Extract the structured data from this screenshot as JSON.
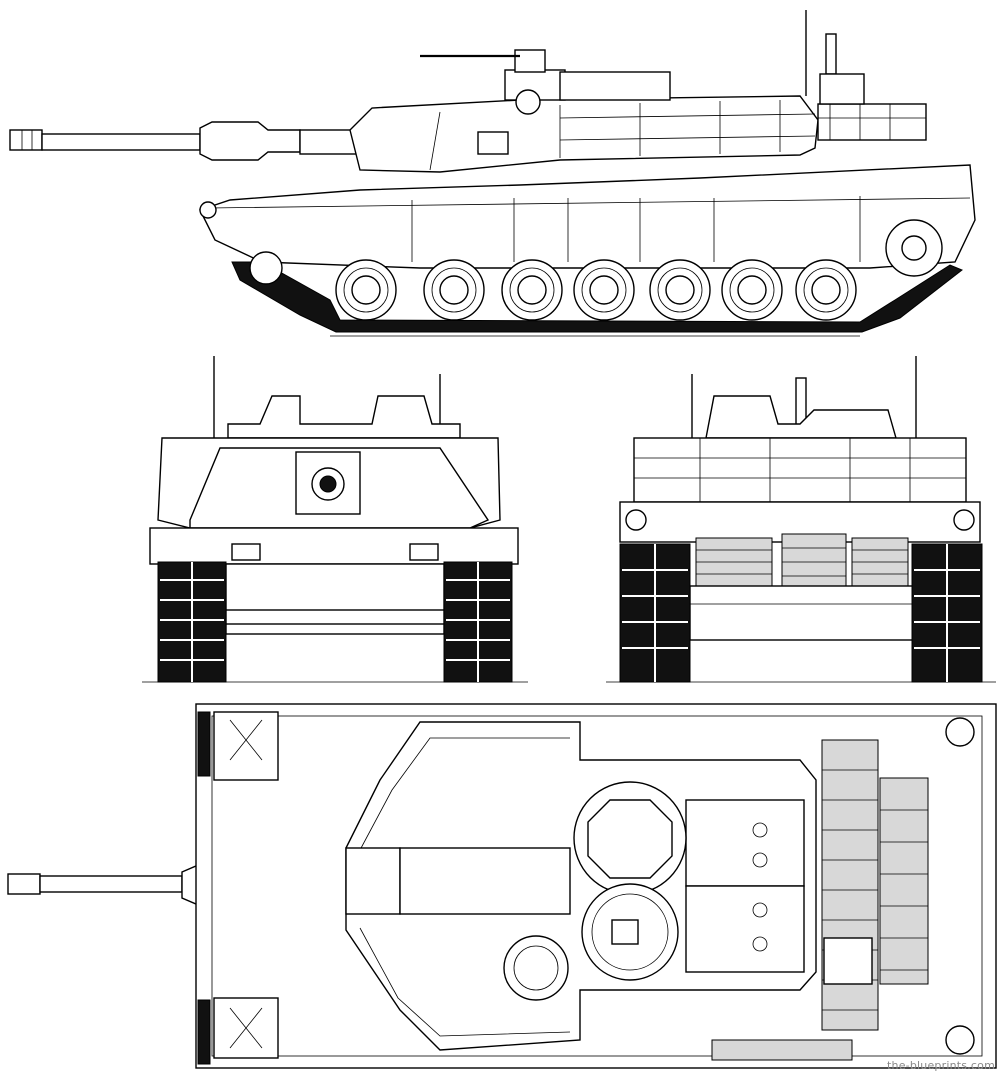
{
  "drawing": {
    "views": [
      {
        "id": "side"
      },
      {
        "id": "front"
      },
      {
        "id": "rear"
      },
      {
        "id": "top"
      }
    ]
  },
  "watermark": "the-blueprints.com",
  "colors": {
    "line": "#000000",
    "background": "#ffffff",
    "watermark": "#8a8a8a"
  }
}
